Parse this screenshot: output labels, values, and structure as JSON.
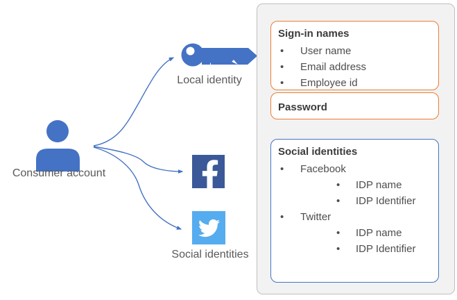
{
  "diagram": {
    "consumer_label": "Consumer account",
    "local_identity_label": "Local identity",
    "social_identities_label": "Social identities"
  },
  "panel": {
    "signin_box": {
      "title": "Sign-in names",
      "items": [
        "User name",
        "Email address",
        "Employee id"
      ]
    },
    "password_box": {
      "title": "Password"
    },
    "social_box": {
      "title": "Social identities",
      "providers": [
        {
          "name": "Facebook",
          "items": [
            "IDP name",
            "IDP Identifier"
          ]
        },
        {
          "name": "Twitter",
          "items": [
            "IDP name",
            "IDP Identifier"
          ]
        }
      ]
    }
  },
  "icons": {
    "person": "person-icon",
    "key": "key-icon",
    "facebook": "facebook-icon",
    "twitter": "twitter-icon"
  },
  "colors": {
    "accent_blue": "#4472C4",
    "orange_border": "#ED7D31",
    "blue_border": "#4472C4",
    "facebook_blue": "#3B5998",
    "twitter_blue": "#55ACEE",
    "panel_bg": "#F2F2F2",
    "panel_border": "#BFBFBF",
    "label_text": "#595959",
    "title_text": "#3B3B3B"
  }
}
